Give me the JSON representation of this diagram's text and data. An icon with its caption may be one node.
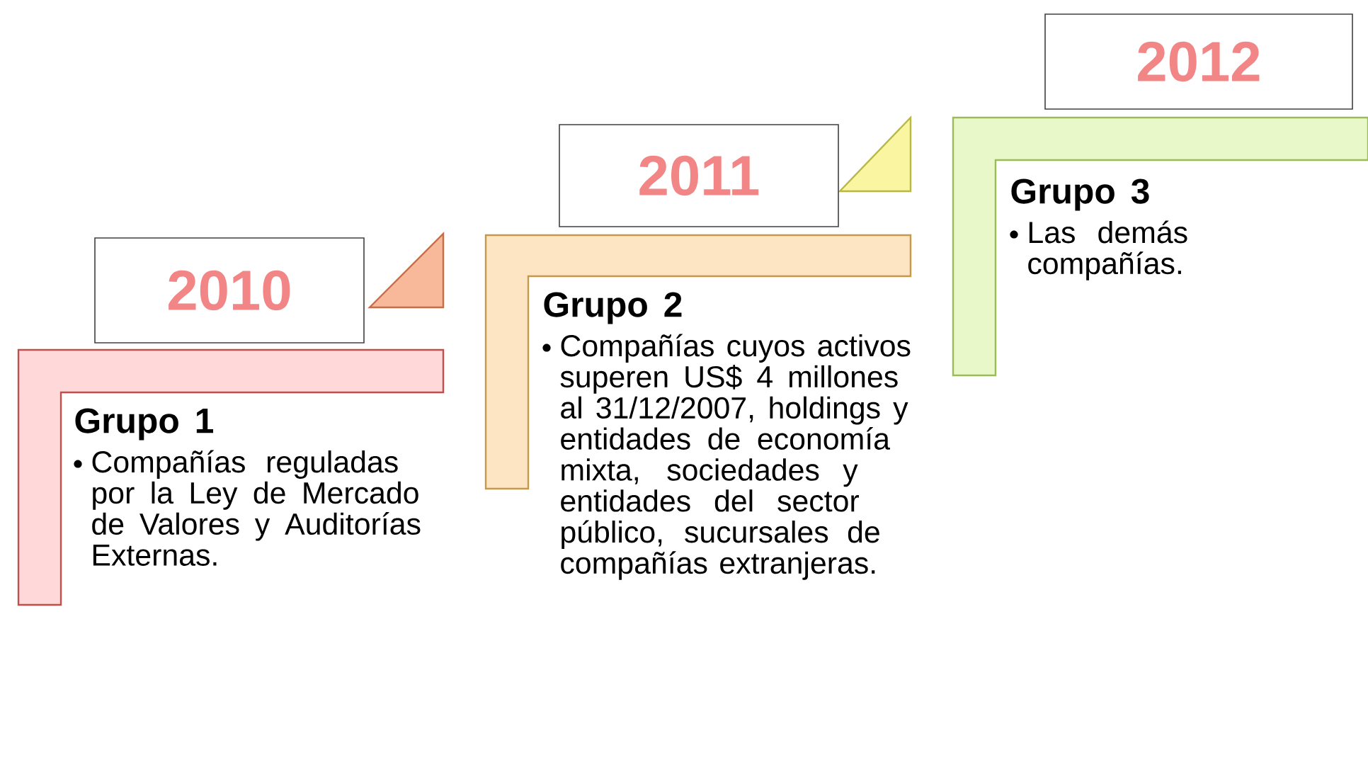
{
  "diagram": {
    "nodes": [
      {
        "text": [
          "2010"
        ]
      },
      {
        "text": [
          "Grupo 1",
          "Compañías reguladas por la Ley de Mercado de Valores y Auditorías Externas."
        ]
      },
      {
        "text": [
          "2011"
        ]
      },
      {
        "text": [
          "Grupo 2",
          "Compañías cuyos activos superen US$ 4 millones al 31/12/2007, holdings y entidades de economía mixta, sociedades y entidades del sector público, sucursales de compañías extranjeras."
        ]
      },
      {
        "text": [
          "2012"
        ]
      },
      {
        "text": [
          "Grupo 3",
          "Las demás compañías."
        ]
      }
    ]
  }
}
